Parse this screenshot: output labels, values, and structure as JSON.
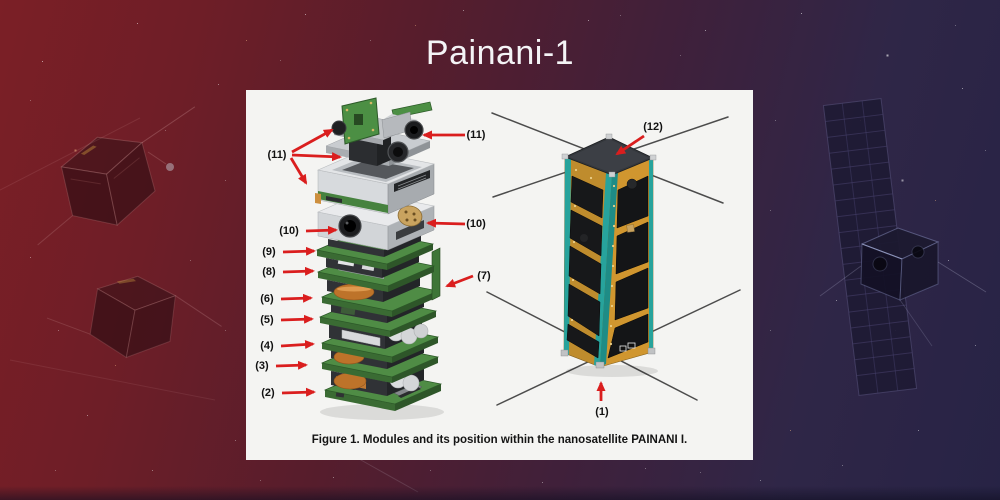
{
  "slide": {
    "title": "Painani-1"
  },
  "figure": {
    "caption": "Figure 1. Modules and its position within the nanosatellite PAINANI I.",
    "module_labels": {
      "m1": "(1)",
      "m2": "(2)",
      "m3": "(3)",
      "m4": "(4)",
      "m5": "(5)",
      "m6": "(6)",
      "m7": "(7)",
      "m8": "(8)",
      "m9": "(9)",
      "m10": "(10)",
      "m11": "(11)",
      "m12": "(12)"
    }
  },
  "colors": {
    "accent_red": "#da1e1e",
    "panel_bg": "#f4f4f2",
    "caption_color": "#141414",
    "title_color": "#f4f4f6",
    "teal": "#27a39c",
    "gold_panel": "#cf962f",
    "pcb_green": "#4f8c45",
    "bg_left": "#7b1f26",
    "bg_right": "#272345"
  }
}
